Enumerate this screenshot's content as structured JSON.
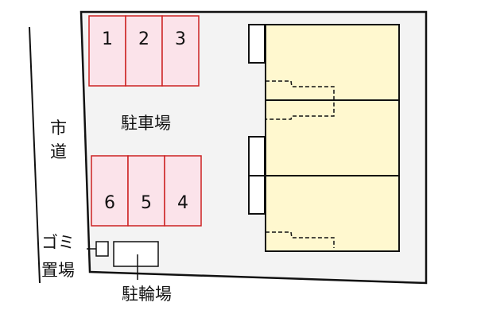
{
  "road_label": [
    "市",
    "道"
  ],
  "parking_label": "駐車場",
  "parking_spaces_top": [
    "1",
    "2",
    "3"
  ],
  "parking_spaces_bottom": [
    "6",
    "5",
    "4"
  ],
  "garbage_label": [
    "ゴミ",
    "置場"
  ],
  "bicycle_label": "駐輪場",
  "colors": {
    "lot_fill": "#f3f3f3",
    "parking_fill": "#fbe3ea",
    "parking_stroke": "#cc2222",
    "building_fill": "#fff8cf"
  }
}
